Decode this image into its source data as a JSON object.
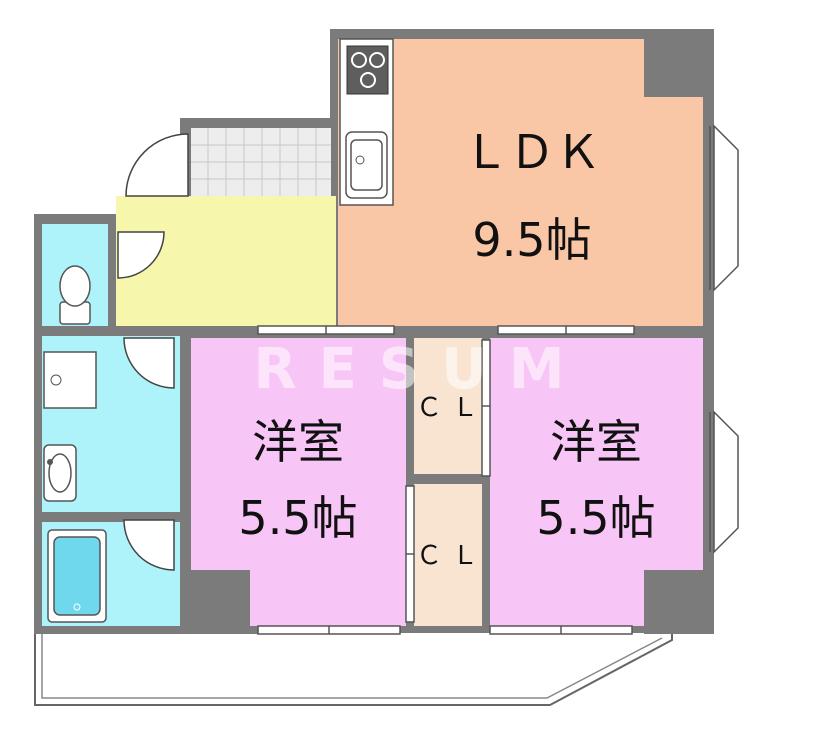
{
  "rooms": {
    "ldk": {
      "name": "ＬＤＫ",
      "size": "9.5帖"
    },
    "western_left": {
      "name": "洋室",
      "size": "5.5帖"
    },
    "western_right": {
      "name": "洋室",
      "size": "5.5帖"
    },
    "closet_upper": {
      "name": "ＣＬ"
    },
    "closet_lower": {
      "name": "ＣＬ"
    }
  },
  "watermark": "RESUM",
  "colors": {
    "ldk": "#F9C6A6",
    "western": "#F8C5F7",
    "closet": "#F9E4D1",
    "entrance": "#F6F6AC",
    "wet_area": "#AEF3FA",
    "wall": "#7B7B7B",
    "tile": "#EDEDED"
  }
}
